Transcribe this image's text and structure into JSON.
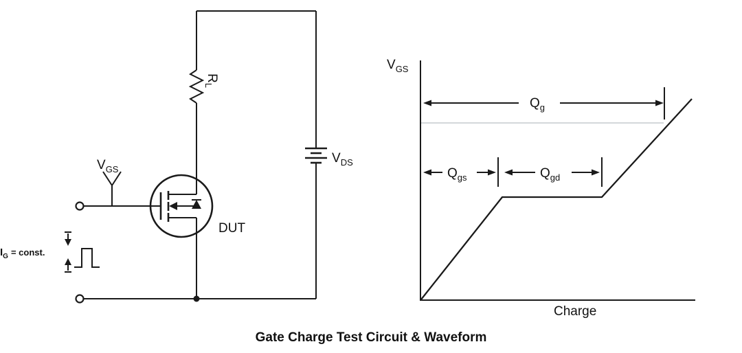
{
  "title": "Gate Charge Test Circuit & Waveform",
  "colors": {
    "line": "#1a1a1a",
    "plateau_guide": "#b9bfc4",
    "background": "#ffffff"
  },
  "circuit": {
    "rl_label": {
      "main": "R",
      "sub": "L"
    },
    "vgs_label": {
      "main": "V",
      "sub": "GS"
    },
    "vds_label": {
      "main": "V",
      "sub": "DS"
    },
    "dut_label": "DUT",
    "ig_label": {
      "main": "I",
      "sub": "G",
      "rest": "= const."
    }
  },
  "waveform": {
    "y_axis_label": {
      "main": "V",
      "sub": "GS"
    },
    "x_axis_label": "Charge",
    "annotations": {
      "qg": {
        "main": "Q",
        "sub": "g"
      },
      "qgs": {
        "main": "Q",
        "sub": "gs"
      },
      "qgd": {
        "main": "Q",
        "sub": "gd"
      }
    }
  }
}
